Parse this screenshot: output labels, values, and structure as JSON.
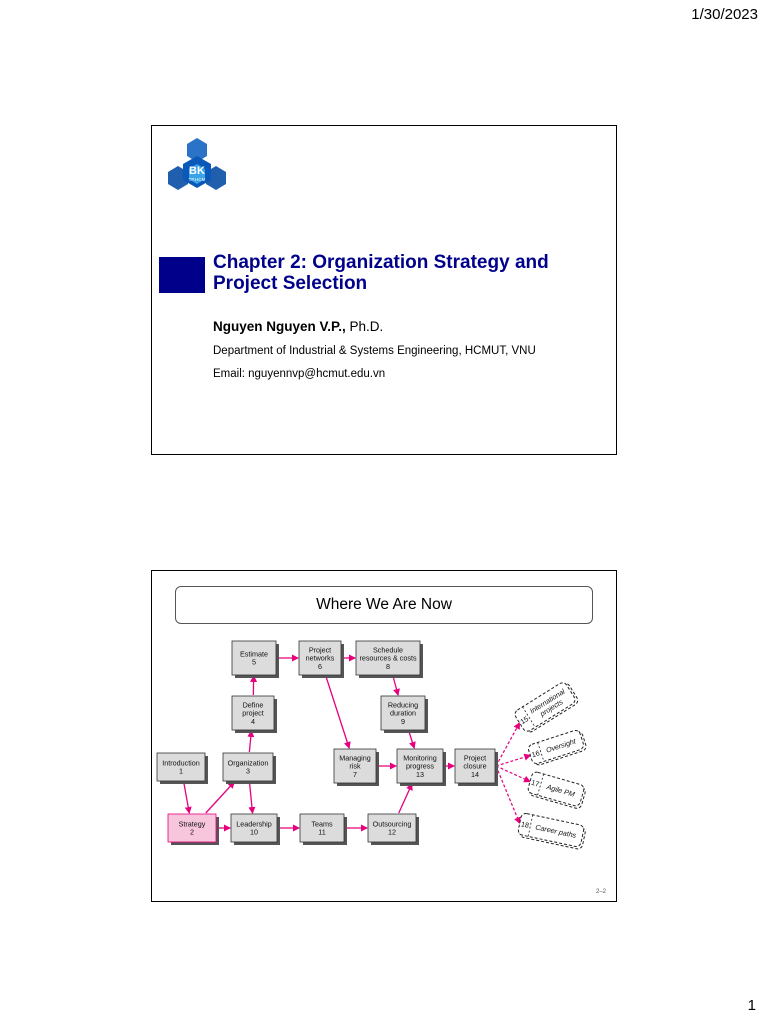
{
  "header": {
    "date": "1/30/2023"
  },
  "footer": {
    "page_number": "1"
  },
  "slide1": {
    "logo_text": "BK",
    "logo_subtext": "TP.HCM",
    "title": "Chapter 2: Organization Strategy and Project Selection",
    "author_name": "Nguyen Nguyen V.P.,",
    "author_degree": " Ph.D.",
    "department": "Department of Industrial & Systems Engineering, HCMUT, VNU",
    "email": "Email: nguyennvp@hcmut.edu.vn"
  },
  "slide2": {
    "heading": "Where We Are Now",
    "slide_number": "2–2",
    "nodes": [
      {
        "id": "estimate",
        "lines": [
          "Estimate",
          "5"
        ]
      },
      {
        "id": "networks",
        "lines": [
          "Project",
          "networks",
          "6"
        ]
      },
      {
        "id": "schedule",
        "lines": [
          "Schedule",
          "resources & costs",
          "8"
        ]
      },
      {
        "id": "define",
        "lines": [
          "Define",
          "project",
          "4"
        ]
      },
      {
        "id": "reducing",
        "lines": [
          "Reducing",
          "duration",
          "9"
        ]
      },
      {
        "id": "intro",
        "lines": [
          "Introduction",
          "1"
        ]
      },
      {
        "id": "org",
        "lines": [
          "Organization",
          "3"
        ]
      },
      {
        "id": "risk",
        "lines": [
          "Managing",
          "risk",
          "7"
        ]
      },
      {
        "id": "monitor",
        "lines": [
          "Monitoring",
          "progress",
          "13"
        ]
      },
      {
        "id": "closure",
        "lines": [
          "Project",
          "closure",
          "14"
        ]
      },
      {
        "id": "strategy",
        "lines": [
          "Strategy",
          "2"
        ]
      },
      {
        "id": "leader",
        "lines": [
          "Leadership",
          "10"
        ]
      },
      {
        "id": "teams",
        "lines": [
          "Teams",
          "11"
        ]
      },
      {
        "id": "outsourcing",
        "lines": [
          "Outsourcing",
          "12"
        ]
      }
    ],
    "future_topics": [
      {
        "id": "t15",
        "num": "15",
        "lines": [
          "International",
          "projects"
        ]
      },
      {
        "id": "t16",
        "num": "16",
        "lines": [
          "Oversight"
        ]
      },
      {
        "id": "t17",
        "num": "17",
        "lines": [
          "Agile PM"
        ]
      },
      {
        "id": "t18",
        "num": "18",
        "lines": [
          "Career paths"
        ]
      }
    ],
    "colors": {
      "arrow": "#E6007E",
      "highlight_fill": "#F7C6DC",
      "node_fill": "#DCDCDC"
    }
  }
}
